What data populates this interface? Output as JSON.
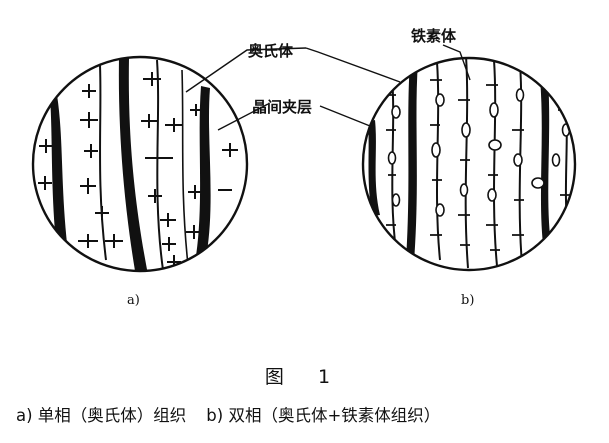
{
  "labels": {
    "austenite": "奥氏体",
    "intergranular_layer": "晶间夹层",
    "ferrite": "铁素体"
  },
  "subfigures": {
    "a": "a)",
    "b": "b)"
  },
  "caption": {
    "figure_number": "图 1",
    "part_a": "a) 单相（奥氏体）组织",
    "part_b": "b) 双相（奥氏体+铁素体组织）"
  }
}
